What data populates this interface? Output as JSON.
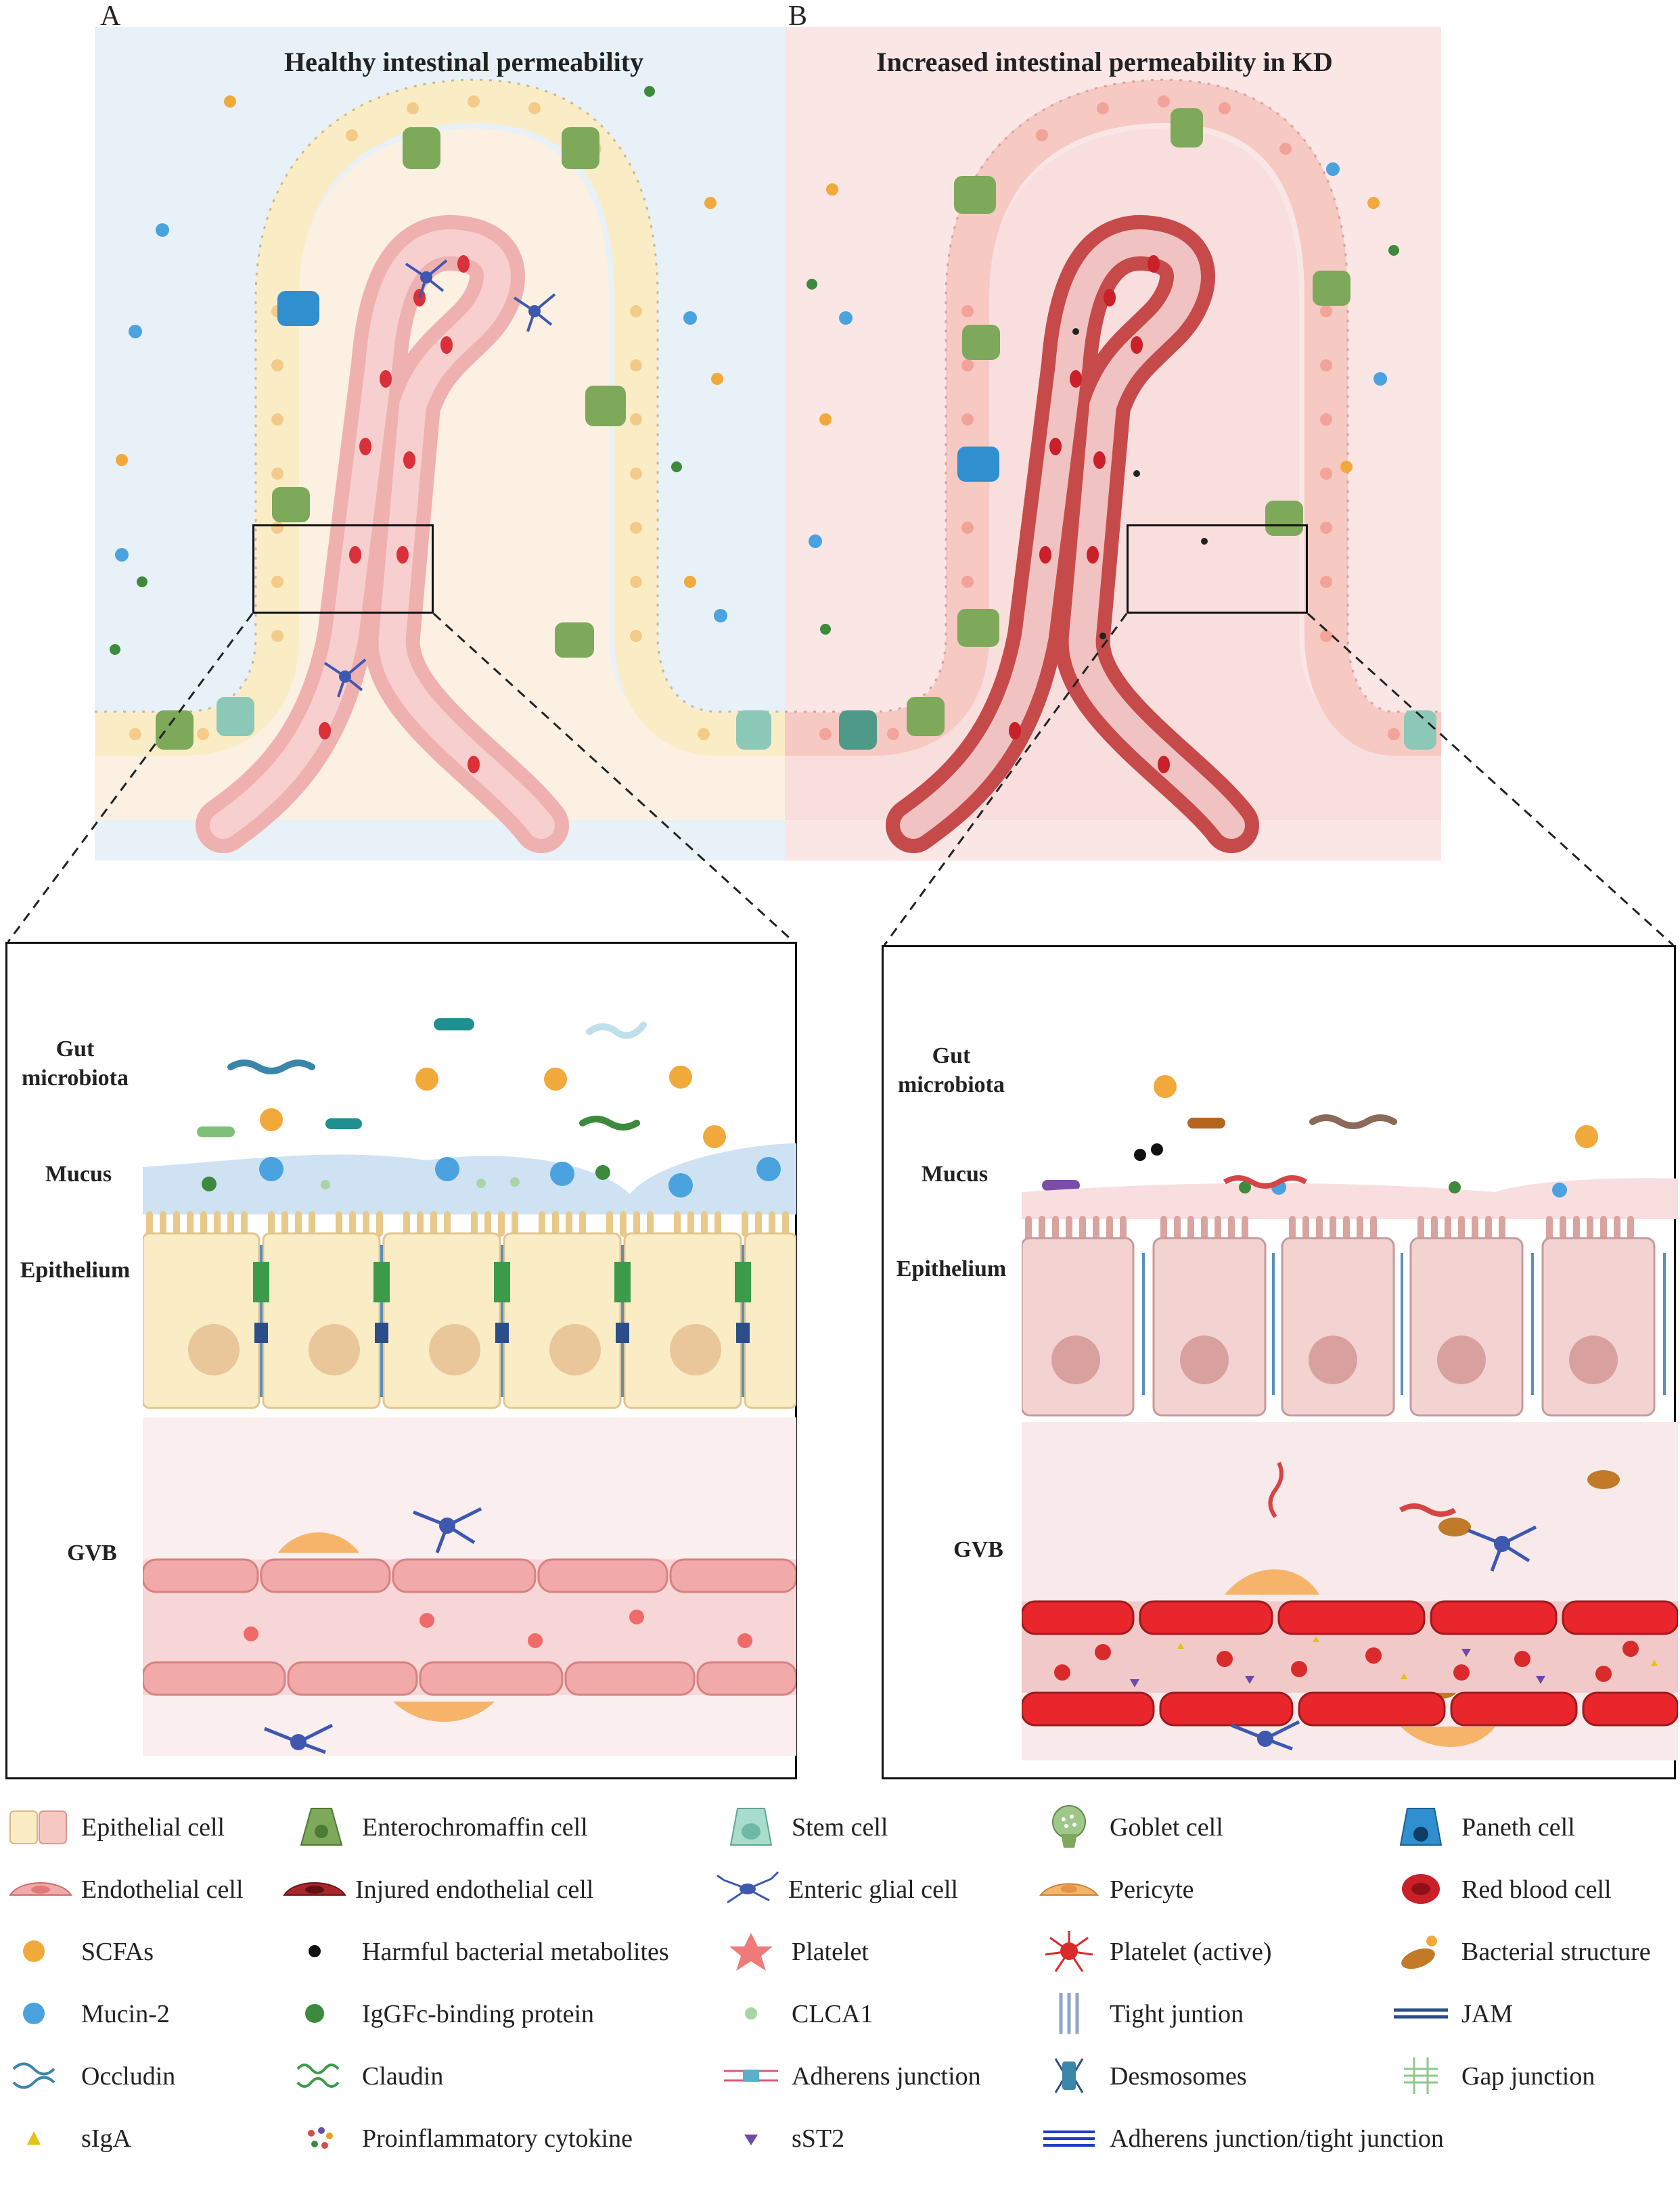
{
  "panels": {
    "a": {
      "letter": "A",
      "title": "Healthy  intestinal permeability"
    },
    "b": {
      "letter": "B",
      "title": "Increased intestinal permeability in KD"
    }
  },
  "zoom_labels": {
    "a": {
      "gut": "Gut microbiota",
      "mucus": "Mucus",
      "epithelium": "Epithelium",
      "gvb": "GVB"
    },
    "b": {
      "gut": "Gut microbiota",
      "mucus": "Mucus",
      "epithelium": "Epithelium",
      "gvb": "GVB"
    }
  },
  "colors": {
    "panel_a_bg": "#e8f0f8",
    "panel_b_bg": "#fbe6e6",
    "healthy_epithelium": "#faedc6",
    "kd_epithelium": "#f6c9c2",
    "mucus": "#cfe2f3",
    "vessel_wall": "#f1a9a9",
    "injured_vessel": "#e8262b",
    "scfa": "#f2a93b",
    "mucin2": "#4aa3df",
    "igg": "#3d8a3d"
  },
  "legend": [
    {
      "icon": "epithelial-cell-icon",
      "label": "Epithelial cell"
    },
    {
      "icon": "enterochromaffin-cell-icon",
      "label": "Enterochromaffin cell"
    },
    {
      "icon": "stem-cell-icon",
      "label": "Stem cell"
    },
    {
      "icon": "goblet-cell-icon",
      "label": "Goblet cell"
    },
    {
      "icon": "paneth-cell-icon",
      "label": "Paneth cell"
    },
    {
      "icon": "endothelial-cell-icon",
      "label": "Endothelial cell"
    },
    {
      "icon": "injured-endothelial-cell-icon",
      "label": "Injured endothelial cell"
    },
    {
      "icon": "enteric-glial-cell-icon",
      "label": "Enteric glial cell"
    },
    {
      "icon": "pericyte-icon",
      "label": "Pericyte"
    },
    {
      "icon": "red-blood-cell-icon",
      "label": "Red blood cell"
    },
    {
      "icon": "scfa-dot-icon",
      "label": "SCFAs"
    },
    {
      "icon": "harmful-metabolite-dot-icon",
      "label": "Harmful bacterial metabolites"
    },
    {
      "icon": "platelet-icon",
      "label": "Platelet"
    },
    {
      "icon": "active-platelet-icon",
      "label": "Platelet (active)"
    },
    {
      "icon": "bacterial-structure-icon",
      "label": "Bacterial structure"
    },
    {
      "icon": "mucin-dot-icon",
      "label": "Mucin-2"
    },
    {
      "icon": "igg-dot-icon",
      "label": "IgGFc-binding protein"
    },
    {
      "icon": "clca1-dot-icon",
      "label": "CLCA1"
    },
    {
      "icon": "tight-junction-icon",
      "label": "Tight juntion"
    },
    {
      "icon": "jam-icon",
      "label": "JAM"
    },
    {
      "icon": "occludin-icon",
      "label": "Occludin"
    },
    {
      "icon": "claudin-icon",
      "label": "Claudin"
    },
    {
      "icon": "adherens-junction-icon",
      "label": "Adherens junction"
    },
    {
      "icon": "desmosome-icon",
      "label": "Desmosomes"
    },
    {
      "icon": "gap-junction-icon",
      "label": "Gap junction"
    },
    {
      "icon": "siga-icon",
      "label": "sIgA"
    },
    {
      "icon": "cytokine-icon",
      "label": "Proinflammatory cytokine"
    },
    {
      "icon": "sst2-icon",
      "label": "sST2"
    },
    {
      "icon": "adherens-tight-junction-icon",
      "label": "Adherens junction/tight junction"
    }
  ]
}
